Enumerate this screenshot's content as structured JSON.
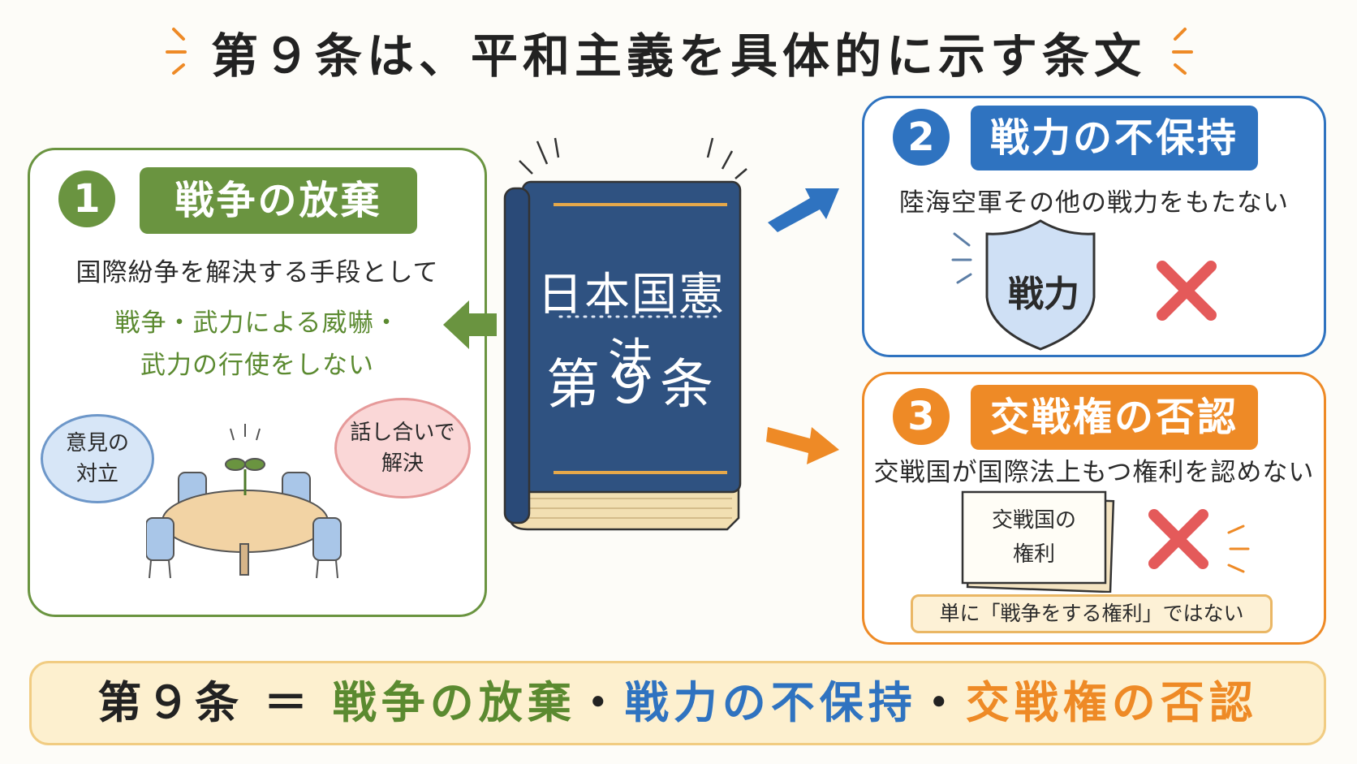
{
  "title": "第９条は、平和主義を具体的に示す条文",
  "book": {
    "title": "日本国憲法",
    "article": "第９条"
  },
  "panels": [
    {
      "number": "1",
      "label": "戦争の放棄",
      "line1": "国際紛争を解決する手段として",
      "line2": "戦争・武力による威嚇・",
      "line3": "武力の行使をしない",
      "bubble_left": {
        "line1": "意見の",
        "line2": "対立"
      },
      "bubble_right": {
        "line1": "話し合いで",
        "line2": "解決"
      },
      "color": "#6a9440"
    },
    {
      "number": "2",
      "label": "戦力の不保持",
      "description": "陸海空軍その他の戦力をもたない",
      "shield_text": "戦力",
      "color": "#2f73c0"
    },
    {
      "number": "3",
      "label": "交戦権の否認",
      "description": "交戦国が国際法上もつ権利を認めない",
      "paper": {
        "line1": "交戦国の",
        "line2": "権利"
      },
      "note": "単に「戦争をする権利」ではない",
      "color": "#ee8a26"
    }
  ],
  "summary": {
    "prefix": "第９条 ＝ ",
    "item1": "戦争の放棄",
    "sep1": "・",
    "item2": "戦力の不保持",
    "sep2": "・",
    "item3": "交戦権の否認"
  },
  "colors": {
    "green": "#6a9440",
    "blue": "#2f73c0",
    "orange": "#ee8a26",
    "book": "#2f5281",
    "cross": "#e45a5a"
  }
}
